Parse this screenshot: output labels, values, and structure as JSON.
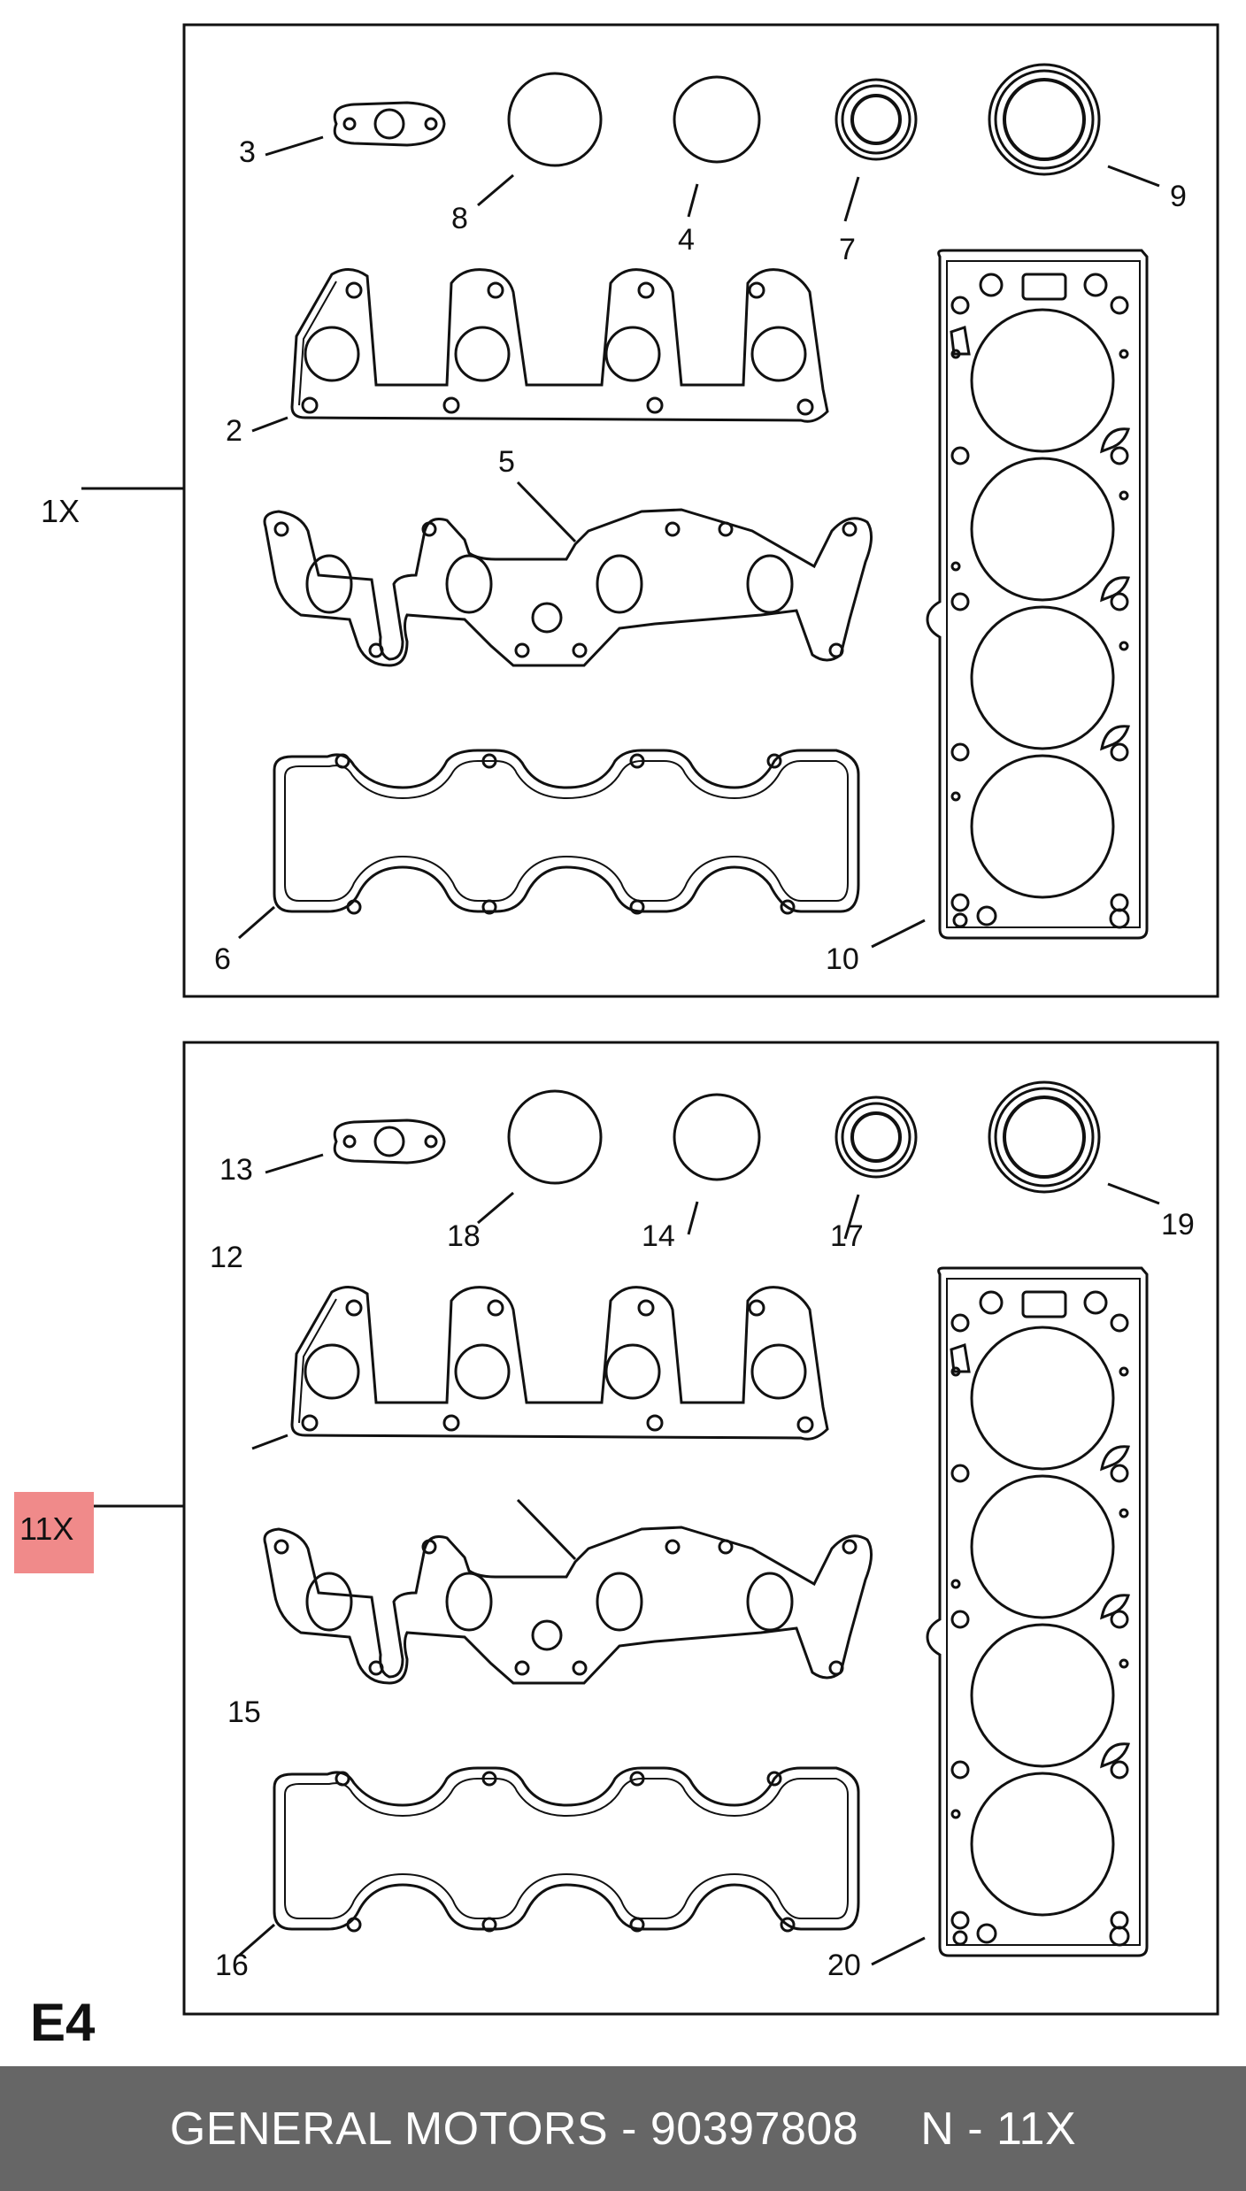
{
  "panels": [
    {
      "set_label": "1X",
      "highlighted": false,
      "callouts": [
        "3",
        "8",
        "4",
        "7",
        "9",
        "2",
        "5",
        "6",
        "10"
      ]
    },
    {
      "set_label": "11X",
      "highlighted": true,
      "highlight_color": "#f08a8a",
      "callouts": [
        "13",
        "18",
        "14",
        "17",
        "19",
        "12",
        "15",
        "16",
        "20"
      ]
    }
  ],
  "diagram_code": "E4",
  "footer": {
    "brand_part": "GENERAL MOTORS - 90397808",
    "note": "N - 11X",
    "background": "#666666"
  }
}
